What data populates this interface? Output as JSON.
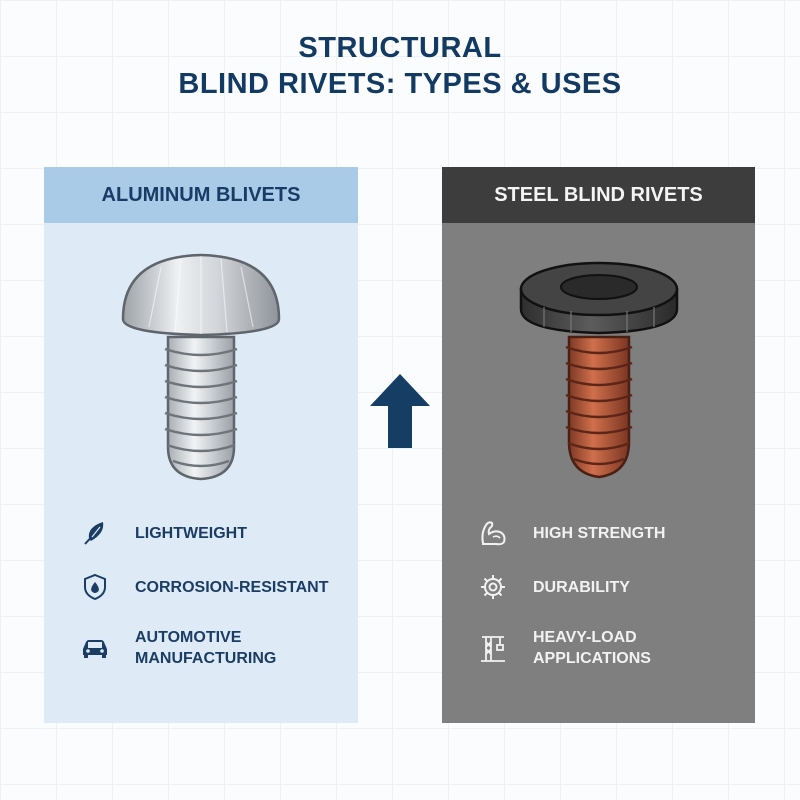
{
  "title": {
    "line1": "STRUCTURAL",
    "line2": "BLIND RIVETS: TYPES & USES"
  },
  "colors": {
    "title": "#123a63",
    "left_panel_bg": "#deebf7",
    "left_header_bg": "#a9cbe8",
    "right_panel_bg": "#7f7f7f",
    "right_header_bg": "#3d3d3d",
    "arrow": "#163d63",
    "steel_shank": "#b5583a"
  },
  "left_panel": {
    "header": "ALUMINUM BLIVETS",
    "features": [
      {
        "icon": "feather-icon",
        "label": "LIGHTWEIGHT"
      },
      {
        "icon": "shield-drop-icon",
        "label": "CORROSION-RESISTANT"
      },
      {
        "icon": "car-icon",
        "label": "AUTOMOTIVE MANUFACTURING"
      }
    ]
  },
  "right_panel": {
    "header": "STEEL BLIND RIVETS",
    "features": [
      {
        "icon": "flexed-arm-icon",
        "label": "HIGH STRENGTH"
      },
      {
        "icon": "gear-icon",
        "label": "DURABILITY"
      },
      {
        "icon": "crane-icon",
        "label": "HEAVY-LOAD APPLICATIONS"
      }
    ]
  },
  "center_arrow": {
    "icon": "up-arrow-icon"
  }
}
